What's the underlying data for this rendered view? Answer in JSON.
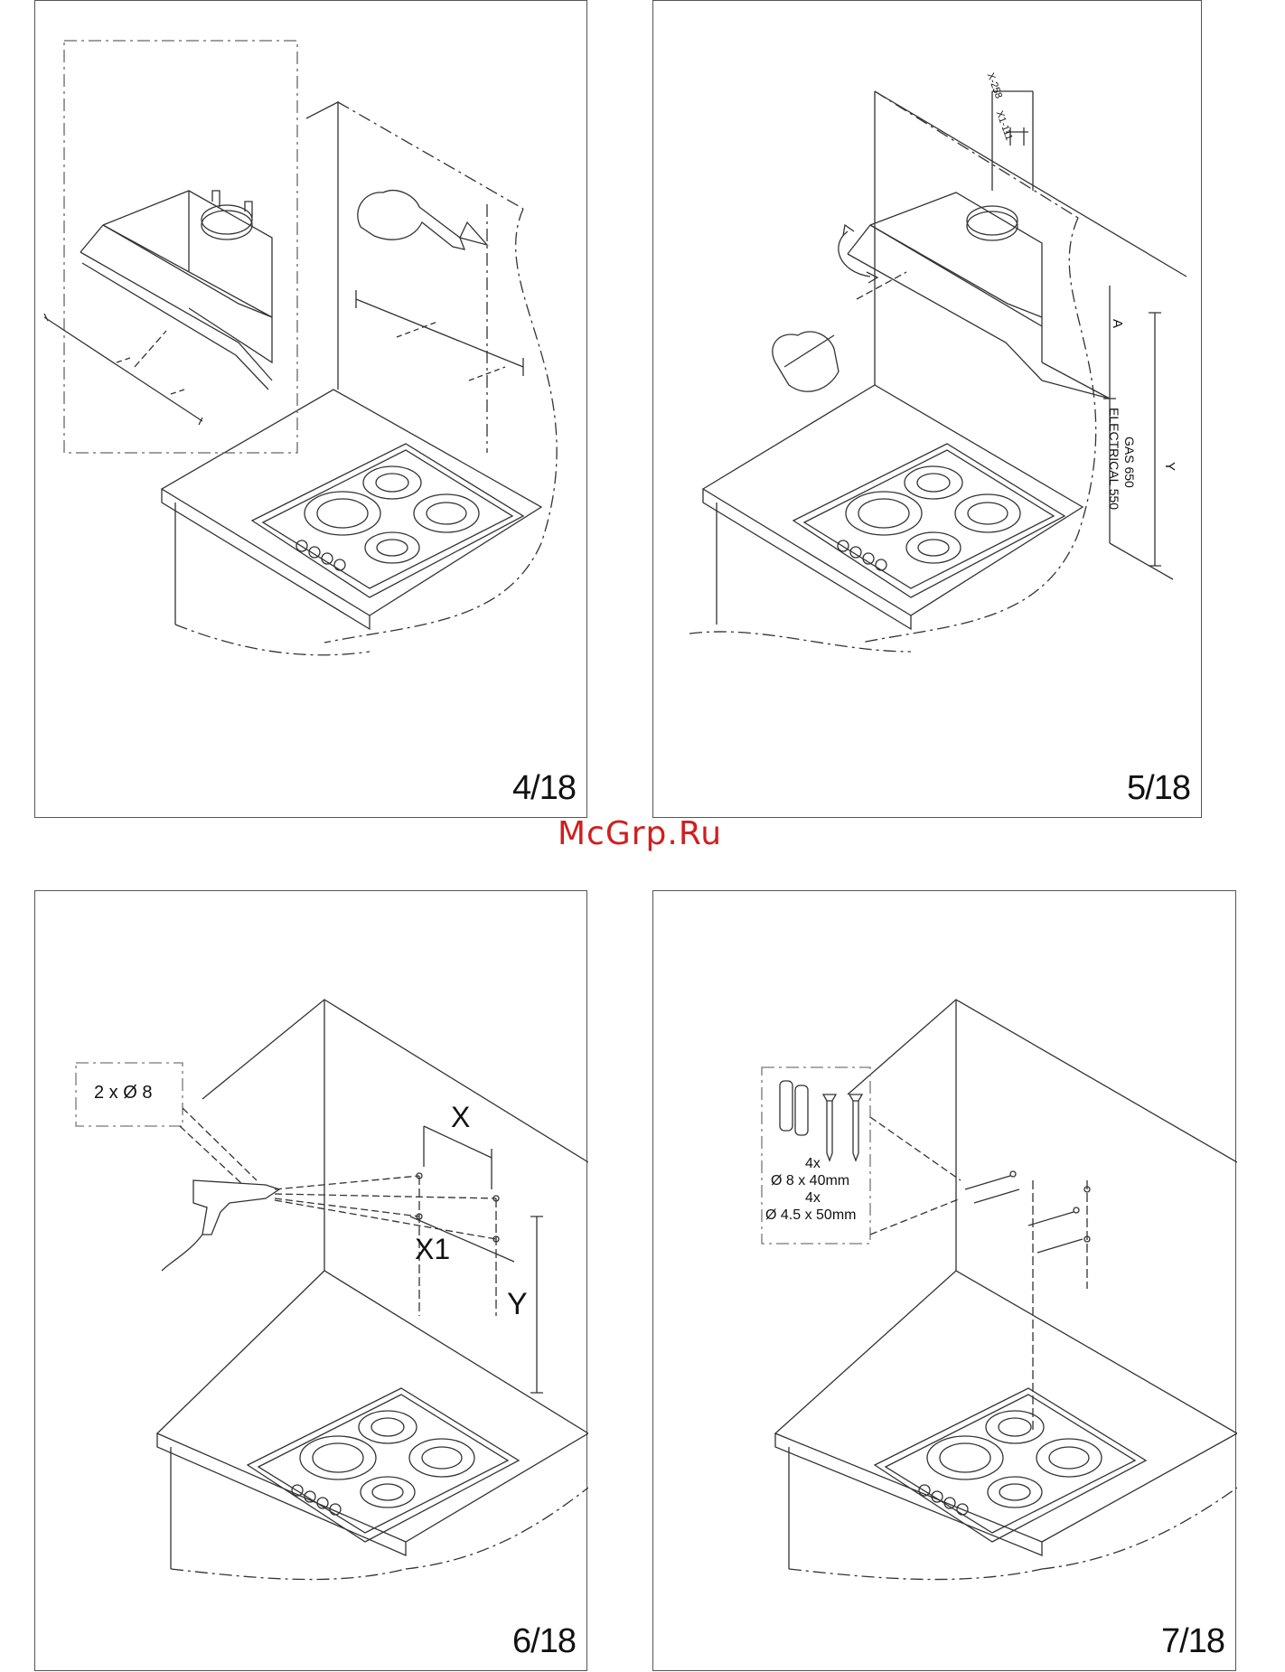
{
  "watermark": "McGrp.Ru",
  "panels": [
    {
      "step": "4/18"
    },
    {
      "step": "5/18",
      "dim_x": "X-258",
      "dim_x1": "X1-111",
      "dim_a": "A",
      "dim_y": "Y",
      "gas": "GAS 650",
      "electrical": "ELECTRICAL 550"
    },
    {
      "step": "6/18",
      "drill_callout": "2 x Ø 8",
      "dim_x": "X",
      "dim_x1": "X1",
      "dim_y": "Y"
    },
    {
      "step": "7/18",
      "kit_qty_1": "4x",
      "kit_spec_1": "Ø 8 x 40mm",
      "kit_qty_2": "4x",
      "kit_spec_2": "Ø 4.5 x 50mm"
    }
  ]
}
